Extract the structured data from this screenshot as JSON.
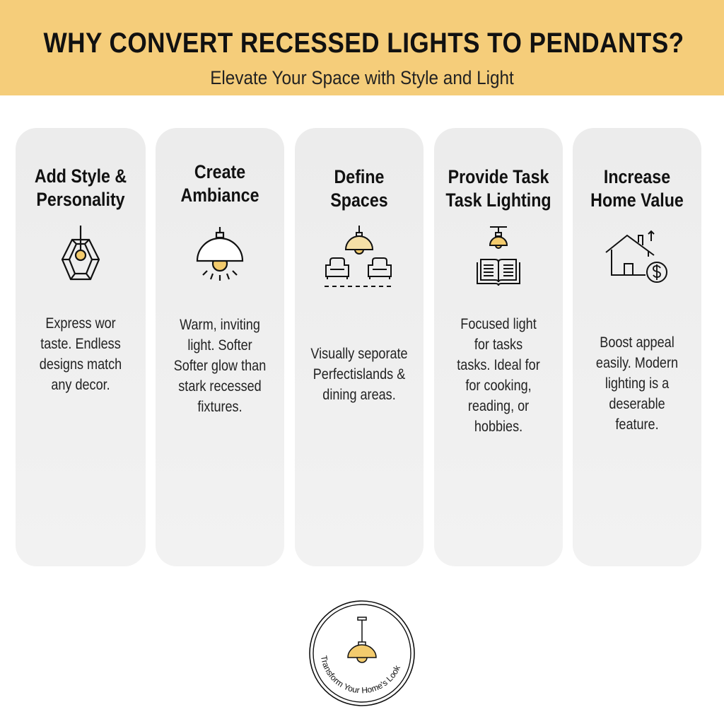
{
  "header": {
    "title": "WHY CONVERT RECESSED LIGHTS TO PENDANTS?",
    "subtitle": "Elevate Your Space with Style and Light",
    "background_color": "#f5cd7a"
  },
  "accent_color": "#f3cb6d",
  "cards": [
    {
      "title_lines": [
        "Add Style &",
        "Personality"
      ],
      "icon": "geometric-pendant-icon",
      "text_lines": [
        "Express wor",
        "taste. Endless",
        "designs match",
        "any decor."
      ]
    },
    {
      "title_lines": [
        "Create",
        "Ambiance"
      ],
      "icon": "dome-lamp-glow-icon",
      "text_lines": [
        "Warm, inviting",
        "light. Softer",
        "Softer glow than",
        "stark recessed",
        "fixtures."
      ]
    },
    {
      "title_lines": [
        "Define",
        "Spaces"
      ],
      "icon": "pendant-over-chairs-icon",
      "text_lines": [
        "Visually seporate",
        "Perfectislands &",
        "dining areas."
      ]
    },
    {
      "title_lines": [
        "Provide Task",
        "Task Lighting"
      ],
      "icon": "lamp-over-book-icon",
      "text_lines": [
        "Focused light",
        "for tasks",
        "tasks. Ideal for",
        "for cooking,",
        "reading, or",
        "hobbies."
      ]
    },
    {
      "title_lines": [
        "Increase",
        "Home Value"
      ],
      "icon": "house-dollar-icon",
      "text_lines": [
        "Boost appeal",
        "easily. Modern",
        "lighting is a",
        "deserable",
        "feature."
      ]
    }
  ],
  "badge": {
    "text": "Transform Your Home's Look",
    "icon": "pendant-lamp-icon"
  }
}
